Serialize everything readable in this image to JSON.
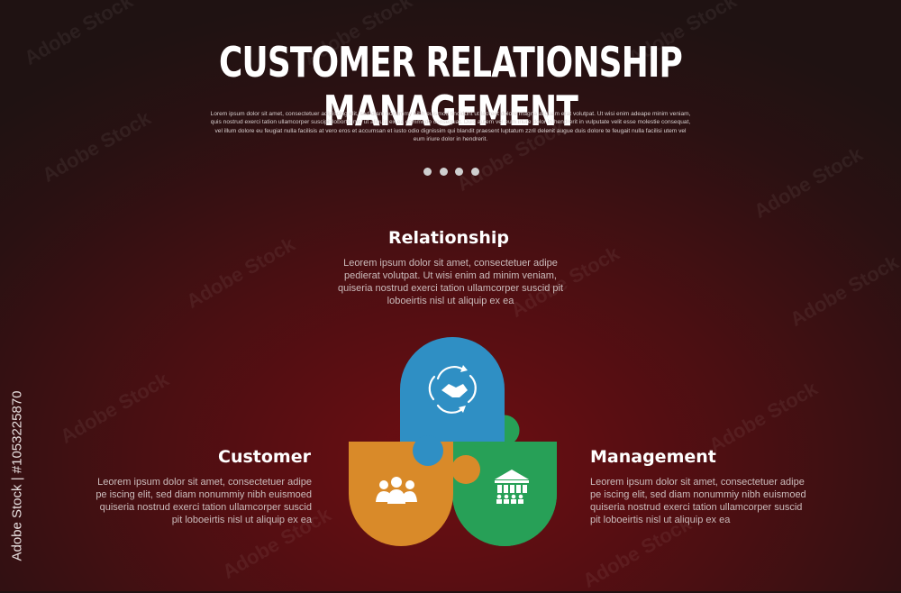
{
  "title": "CUSTOMER RELATIONSHIP MANAGEMENT",
  "subtitle": "Lorem ipsum dolor sit amet, consectetuer adipiscing elit, sed diam nonummy nibh euismod tincidunt ut laoreet dolore magna aliquam erat volutpat. Ut wisi enim adeape minim veniam, quis nostrud exerci tation ullamcorper suscipit lobortis nisl ut aliquip ex ea commodo consequat. Duis autem vel eum iriure dolor in hendrerit in vulputate velit esse molestie consequat, vel illum dolore eu feugiat nulla facilisis at vero eros et accumsan et iusto odio dignissim qui blandit praesent luptatum zzril delenit augue duis dolore te feugait nulla facilisi utem vel eum iriure dolor in hendrerit.",
  "sections": {
    "relationship": {
      "title": "Relationship",
      "body": "Leorem ipsum dolor sit amet, consectetuer adipe pedierat volutpat. Ut wisi enim ad minim veniam, quiseria nostrud exerci tation ullamcorper suscid pit loboeirtis nisl ut aliquip ex ea",
      "color": "#2f8fc4",
      "icon": "handshake-cycle-icon"
    },
    "customer": {
      "title": "Customer",
      "body": "Leorem ipsum dolor sit amet, consectetuer adipe pe iscing elit, sed diam nonummiy nibh euismoed quiseria nostrud exerci tation ullamcorper suscid pit loboeirtis nisl ut aliquip ex ea",
      "color": "#d98a29",
      "icon": "group-people-icon"
    },
    "management": {
      "title": "Management",
      "body": "Leorem ipsum dolor sit amet, consectetuer adipe pe iscing elit, sed diam nonummiy nibh euismoed quiseria nostrud exerci tation ullamcorper suscid pit loboeirtis nisl ut aliquip ex ea",
      "color": "#27a057",
      "icon": "organization-building-icon"
    }
  },
  "watermark": "Adobe Stock",
  "stock_id": "Adobe Stock | #1053225870"
}
